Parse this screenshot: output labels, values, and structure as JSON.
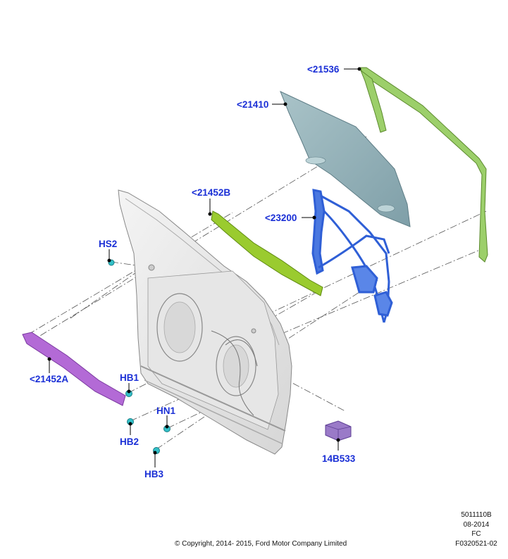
{
  "callouts": {
    "c21536": "<21536",
    "c21410": "<21410",
    "c21452b": "<21452B",
    "c23200": "<23200",
    "hs2": "HS2",
    "c21452a": "<21452A",
    "hb1": "HB1",
    "hn1": "HN1",
    "hb2": "HB2",
    "c14b533": "14B533",
    "hb3": "HB3"
  },
  "footer": {
    "copyright": "© Copyright, 2014- 2015, Ford Motor Company Limited",
    "code1": "5011110B",
    "date": "08-2014",
    "fc": "FC",
    "code2": "F0320521-02"
  },
  "colors": {
    "callout": "#1a2fd6",
    "glass": "#8fb0b8",
    "run_channel": "#9ccf6a",
    "belt_weather": "#9acb2f",
    "regulator": "#2f5fd6",
    "lower_strip": "#b36ad6",
    "fastener": "#33c0c8",
    "module": "#9a7ac8"
  }
}
